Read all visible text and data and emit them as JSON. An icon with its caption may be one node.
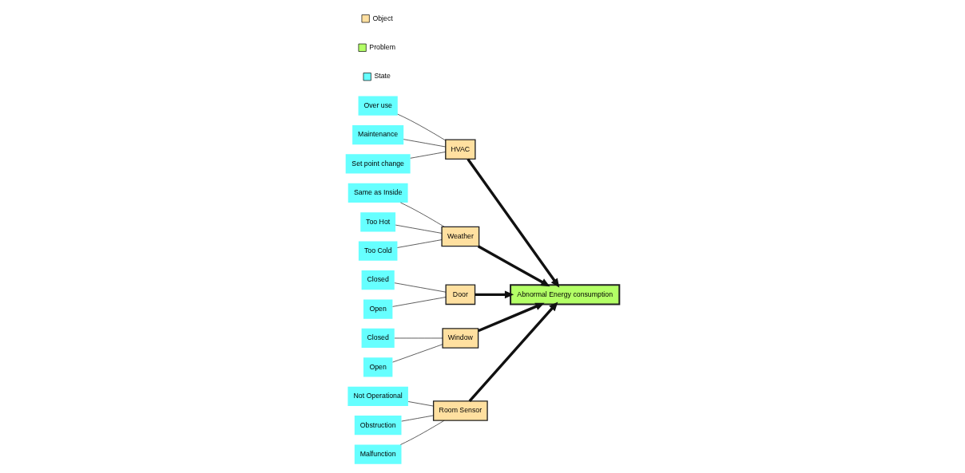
{
  "diagram": {
    "nodes": [
      {
        "text": [
          "Room Sensor"
        ]
      },
      {
        "text": [
          "HVAC"
        ]
      },
      {
        "text": [
          "Not Operational"
        ]
      },
      {
        "text": [
          "Over use"
        ]
      },
      {
        "text": [
          "Maintenance"
        ]
      },
      {
        "text": [
          "Obstruction"
        ]
      },
      {
        "text": [
          "Same as Inside"
        ]
      },
      {
        "text": [
          "Set point change"
        ]
      },
      {
        "text": [
          "Too Hot"
        ]
      },
      {
        "text": [
          "Malfunction"
        ]
      },
      {
        "text": [
          "Weather"
        ]
      },
      {
        "text": [
          "Abnormal Energy consumption"
        ]
      },
      {
        "text": [
          "Too Cold"
        ]
      },
      {
        "text": [
          "Closed"
        ]
      },
      {
        "text": [
          "Closed"
        ]
      },
      {
        "text": [
          "Open"
        ]
      },
      {
        "text": [
          "Open"
        ]
      },
      {
        "text": [
          "Door"
        ]
      },
      {
        "text": [
          "Window"
        ]
      }
    ],
    "edges": [
      {
        "from": 6,
        "to": 10,
        "arrow": "none"
      },
      {
        "from": 8,
        "to": 10,
        "arrow": "none"
      },
      {
        "from": 12,
        "to": 10,
        "arrow": "none"
      },
      {
        "from": 10,
        "to": 11,
        "arrow": "to",
        "style": "thick"
      },
      {
        "from": 0,
        "to": 11,
        "arrow": "to",
        "style": "thick"
      },
      {
        "from": 1,
        "to": 11,
        "arrow": "to",
        "style": "thick"
      },
      {
        "from": 17,
        "to": 11,
        "arrow": "to",
        "style": "thick"
      },
      {
        "from": 18,
        "to": 11,
        "arrow": "to",
        "style": "thick"
      },
      {
        "from": 2,
        "to": 0,
        "arrow": "none"
      },
      {
        "from": 5,
        "to": 0,
        "arrow": "none"
      },
      {
        "from": 9,
        "to": 0,
        "arrow": "none"
      },
      {
        "from": 3,
        "to": 1,
        "arrow": "none"
      },
      {
        "from": 4,
        "to": 1,
        "arrow": "none"
      },
      {
        "from": 7,
        "to": 1,
        "arrow": "none"
      },
      {
        "from": 13,
        "to": 17,
        "arrow": "none"
      },
      {
        "from": 15,
        "to": 17,
        "arrow": "none"
      },
      {
        "from": 14,
        "to": 18,
        "arrow": "none"
      },
      {
        "from": 16,
        "to": 18,
        "arrow": "none"
      }
    ],
    "legend": [
      {
        "text": "Object",
        "color": "#ffe0a0"
      },
      {
        "text": "Problem",
        "color": "#b3ff66"
      },
      {
        "text": "State",
        "color": "#66ffff"
      }
    ]
  }
}
